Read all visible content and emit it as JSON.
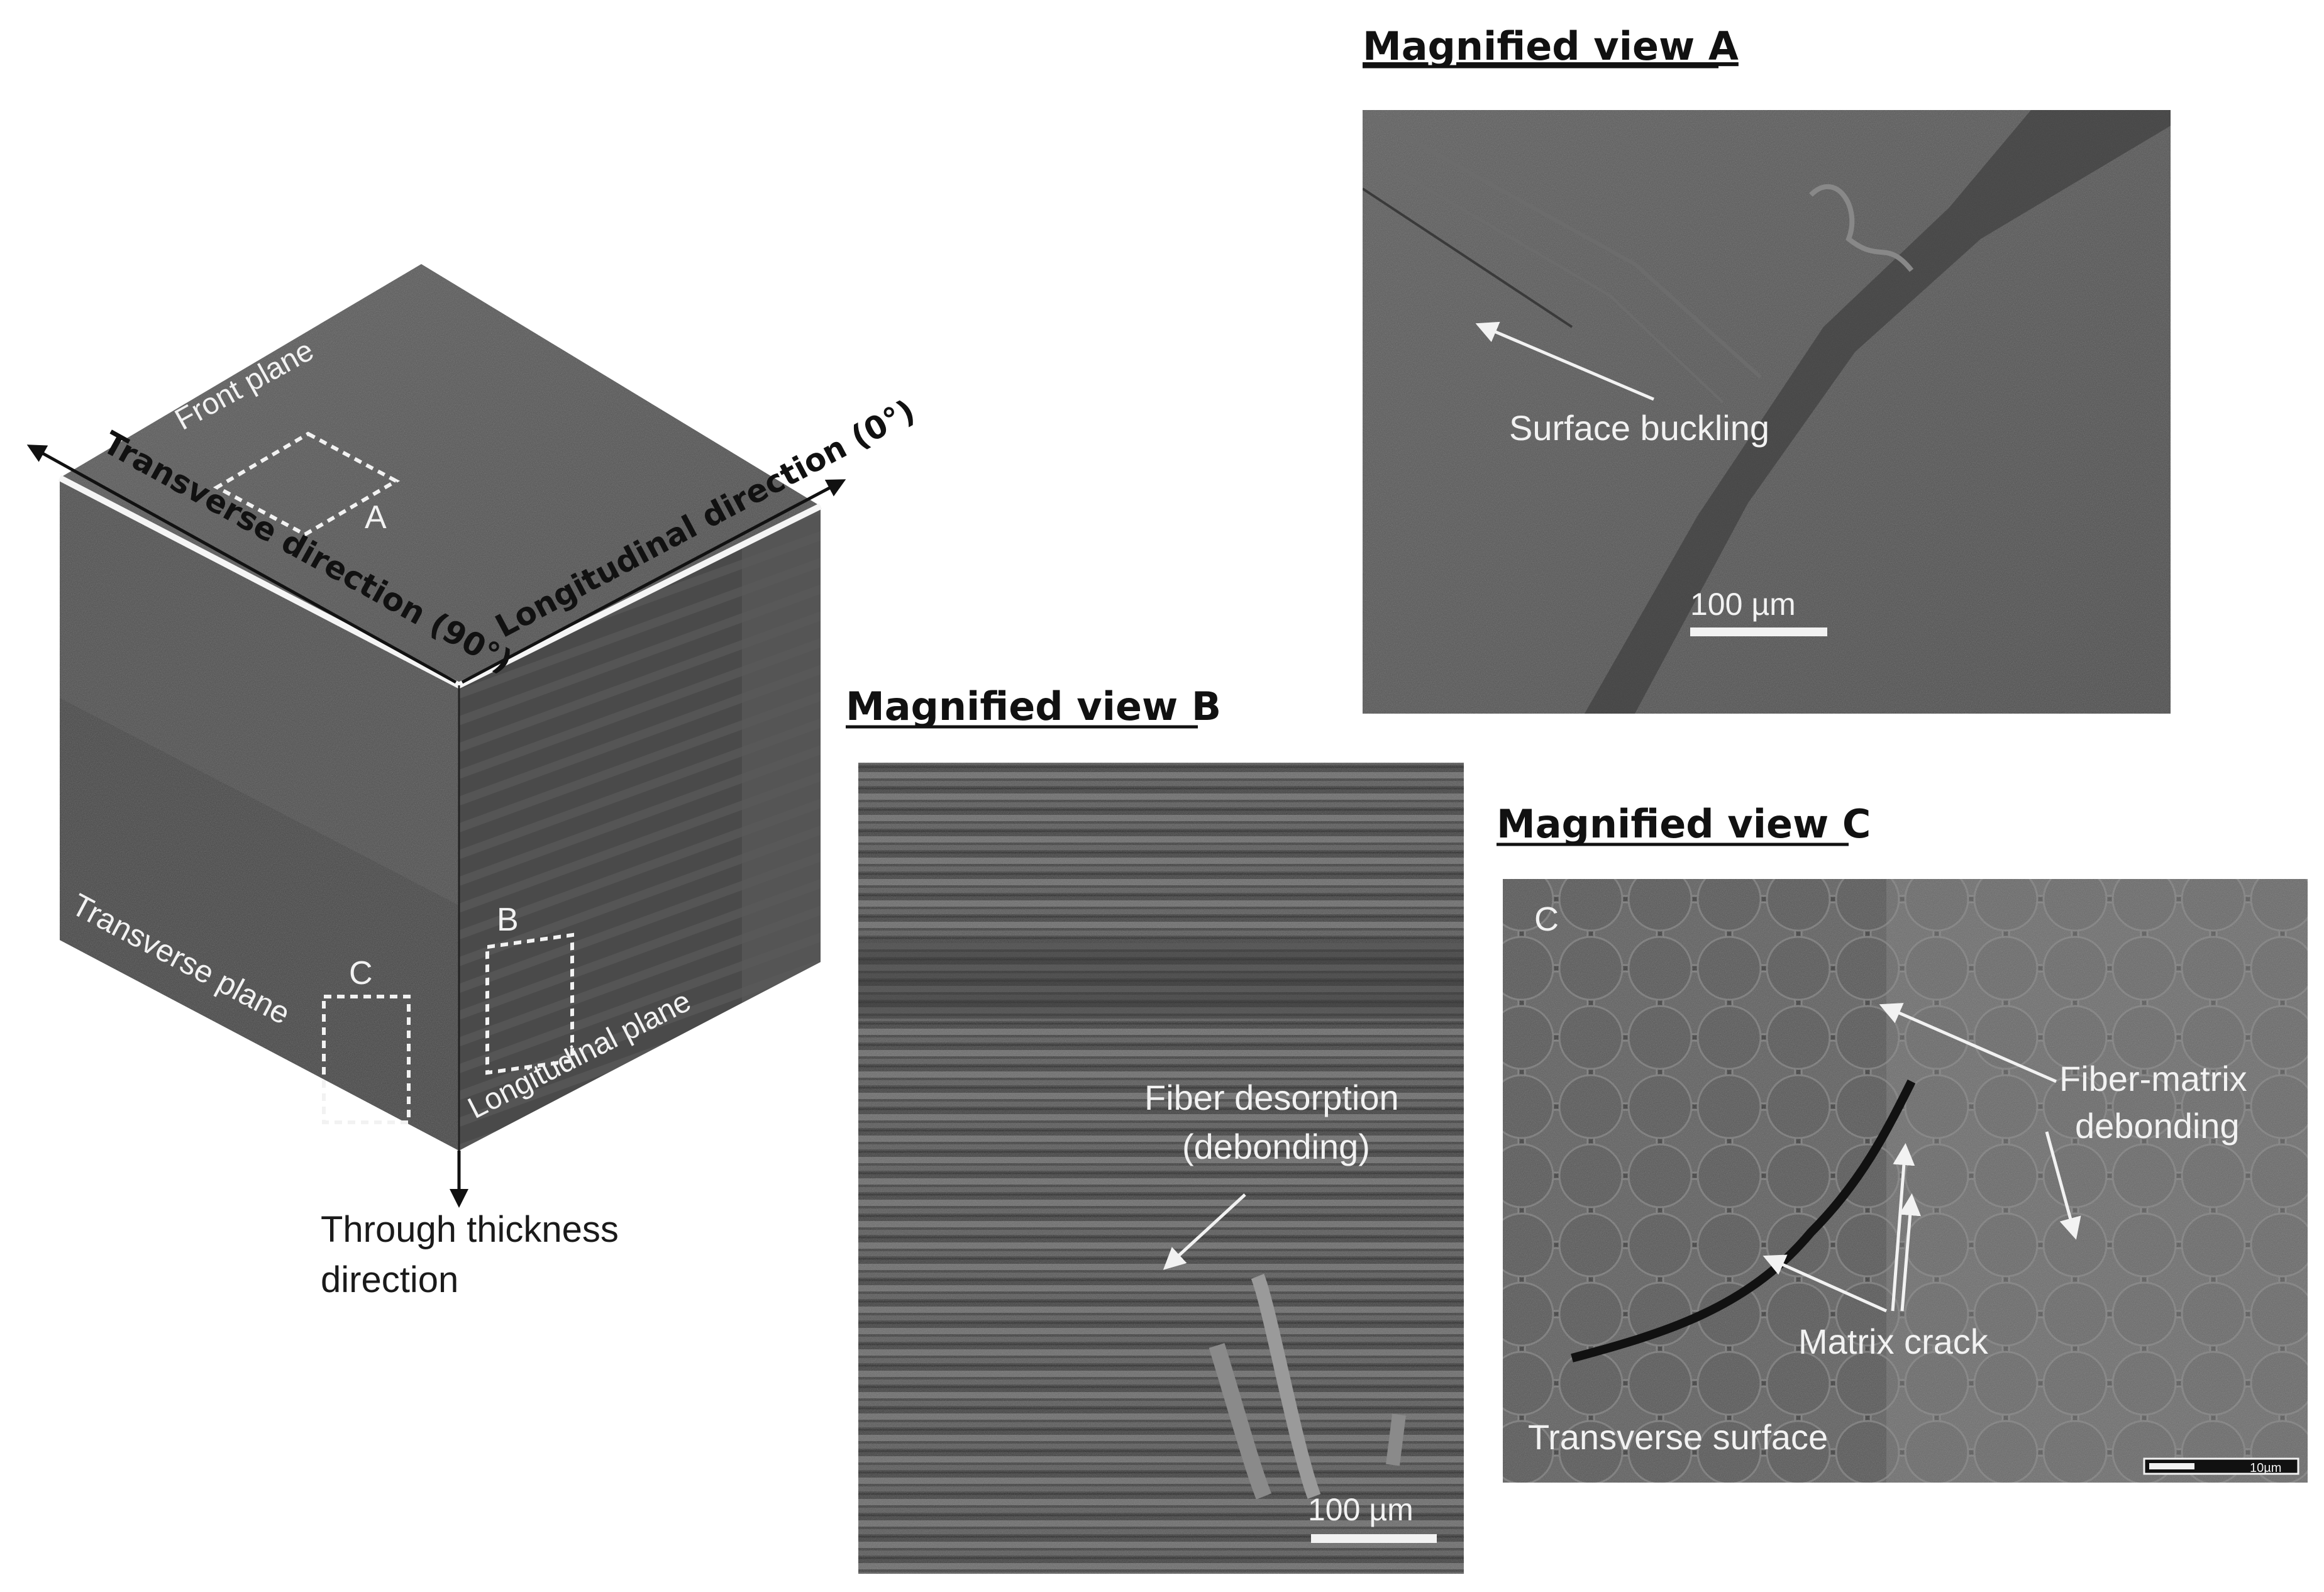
{
  "cube": {
    "front_plane_label": "Front plane",
    "transverse_plane_label": "Transverse plane",
    "longitudinal_plane_label": "Longitudinal plane",
    "transverse_direction_label": "Transverse direction (90°)",
    "longitudinal_direction_label": "Longitudinal direction (0°)",
    "through_thickness_line1": "Through thickness",
    "through_thickness_line2": "direction",
    "region_a": "A",
    "region_b": "B",
    "region_c": "C"
  },
  "view_a": {
    "title": "Magnified view A",
    "annotation": "Surface buckling",
    "scale_bar": "100 µm"
  },
  "view_b": {
    "title": "Magnified view B",
    "annotation_line1": "Fiber desorption",
    "annotation_line2": "(debonding)",
    "scale_bar": "100 µm"
  },
  "view_c": {
    "title": "Magnified view C",
    "corner_label": "C",
    "debond_line1": "Fiber-matrix",
    "debond_line2": "debonding",
    "matrix_crack": "Matrix crack",
    "surface_label": "Transverse surface",
    "scale_bar": "10µm"
  },
  "colors": {
    "sem_gray": "#5a5a5a",
    "sem_dark": "#3c3c3c",
    "annotation_white": "#f2f2f2"
  }
}
